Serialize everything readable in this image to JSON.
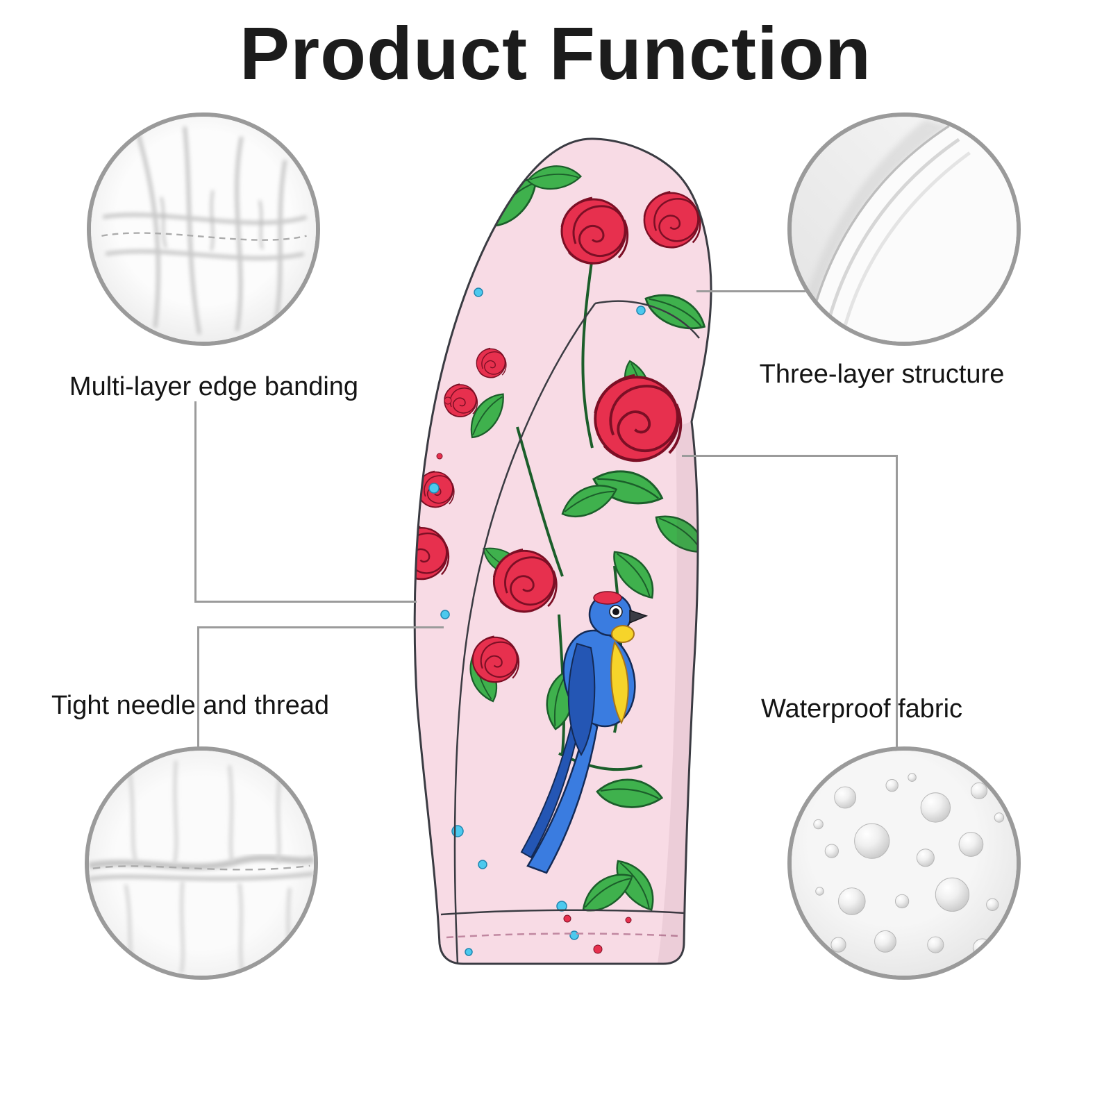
{
  "title": "Product Function",
  "features": [
    {
      "id": "multi-layer-edge-banding",
      "label": "Multi-layer edge banding",
      "position": "top-left"
    },
    {
      "id": "three-layer-structure",
      "label": "Three-layer structure",
      "position": "top-right"
    },
    {
      "id": "tight-needle-and-thread",
      "label": "Tight needle and thread",
      "position": "bottom-left"
    },
    {
      "id": "waterproof-fabric",
      "label": "Waterproof fabric",
      "position": "bottom-right"
    }
  ],
  "product": {
    "subject": "Floral golf club headcover with red roses, green leaves and a bluebird printed on pink fabric",
    "palette": {
      "cover_pink": "#f8dbe5",
      "rose_red": "#e7304e",
      "leaf_green": "#3fb14d",
      "bird_blue": "#3a7ce0",
      "accent_yellow": "#f6d42a",
      "dot_cyan": "#4cc9ee"
    }
  },
  "colors": {
    "background": "#ffffff",
    "title_text": "#1c1c1c",
    "label_text": "#141414",
    "circle_border": "#9a9a9a",
    "connector_line": "#9b9b9b"
  }
}
